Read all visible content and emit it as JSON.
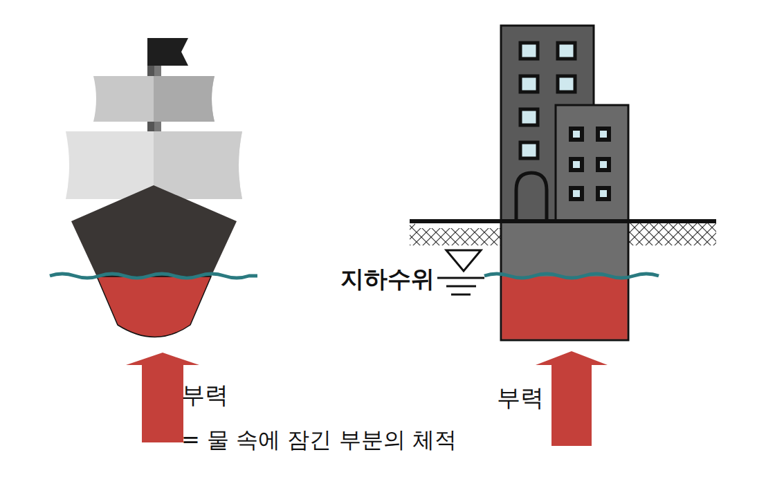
{
  "diagram": {
    "labels": [
      "부력",
      "= 물 속에 잠긴 부분의 체적",
      "지하수위",
      "부력"
    ]
  }
}
